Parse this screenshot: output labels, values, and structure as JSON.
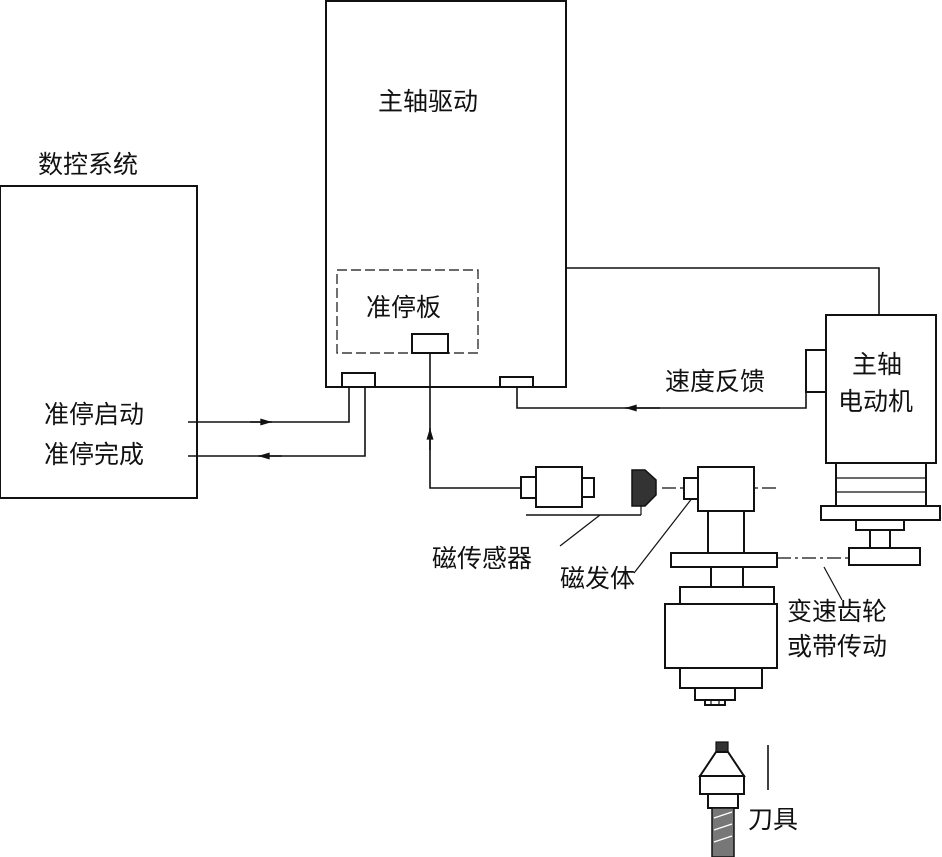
{
  "labels": {
    "nc_system": "数控系统",
    "spindle_drive": "主轴驱动",
    "orient_board": "准停板",
    "orient_start": "准停启动",
    "orient_done": "准停完成",
    "speed_feedback": "速度反馈",
    "spindle_motor_line1": "主轴",
    "spindle_motor_line2": "电动机",
    "magnetic_sensor": "磁传感器",
    "magnetic_emitter": "磁发体",
    "transmission_line1": "变速齿轮",
    "transmission_line2": "或带传动",
    "tool": "刀具"
  }
}
